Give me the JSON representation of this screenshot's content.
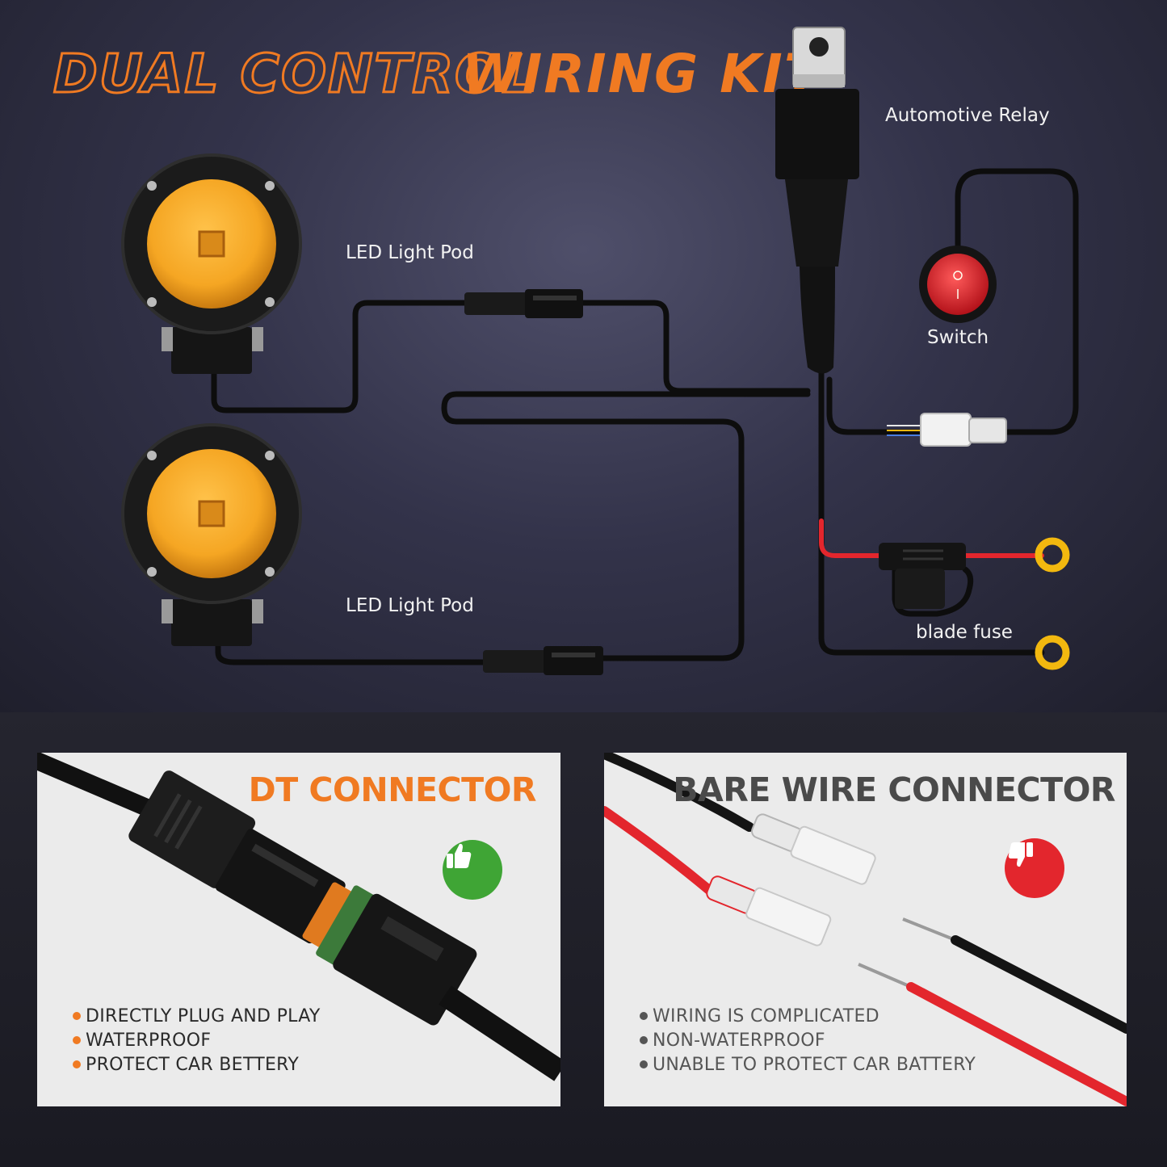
{
  "header": {
    "title_part1": "DUAL CONTROL",
    "title_part2": "WIRING KIT"
  },
  "diagram": {
    "relay_label": "Automotive Relay",
    "pod_top_label": "LED Light Pod",
    "pod_bottom_label": "LED Light Pod",
    "switch_label": "Switch",
    "fuse_label": "blade fuse"
  },
  "colors": {
    "accent_orange": "#f07a22",
    "pod_amber": "#f5a623",
    "good_green": "#3fa535",
    "bad_red": "#e3262d",
    "wire_red": "#e3262d",
    "terminal_yellow": "#f2b80f"
  },
  "comparison": {
    "dt": {
      "title": "DT CONNECTOR",
      "icon": "thumbs-up-icon",
      "features": [
        "DIRECTLY PLUG AND PLAY",
        "WATERPROOF",
        "PROTECT CAR BETTERY"
      ]
    },
    "bare": {
      "title": "BARE WIRE CONNECTOR",
      "icon": "thumbs-down-icon",
      "features": [
        "WIRING IS COMPLICATED",
        "NON-WATERPROOF",
        "UNABLE TO PROTECT CAR BATTERY"
      ]
    }
  }
}
